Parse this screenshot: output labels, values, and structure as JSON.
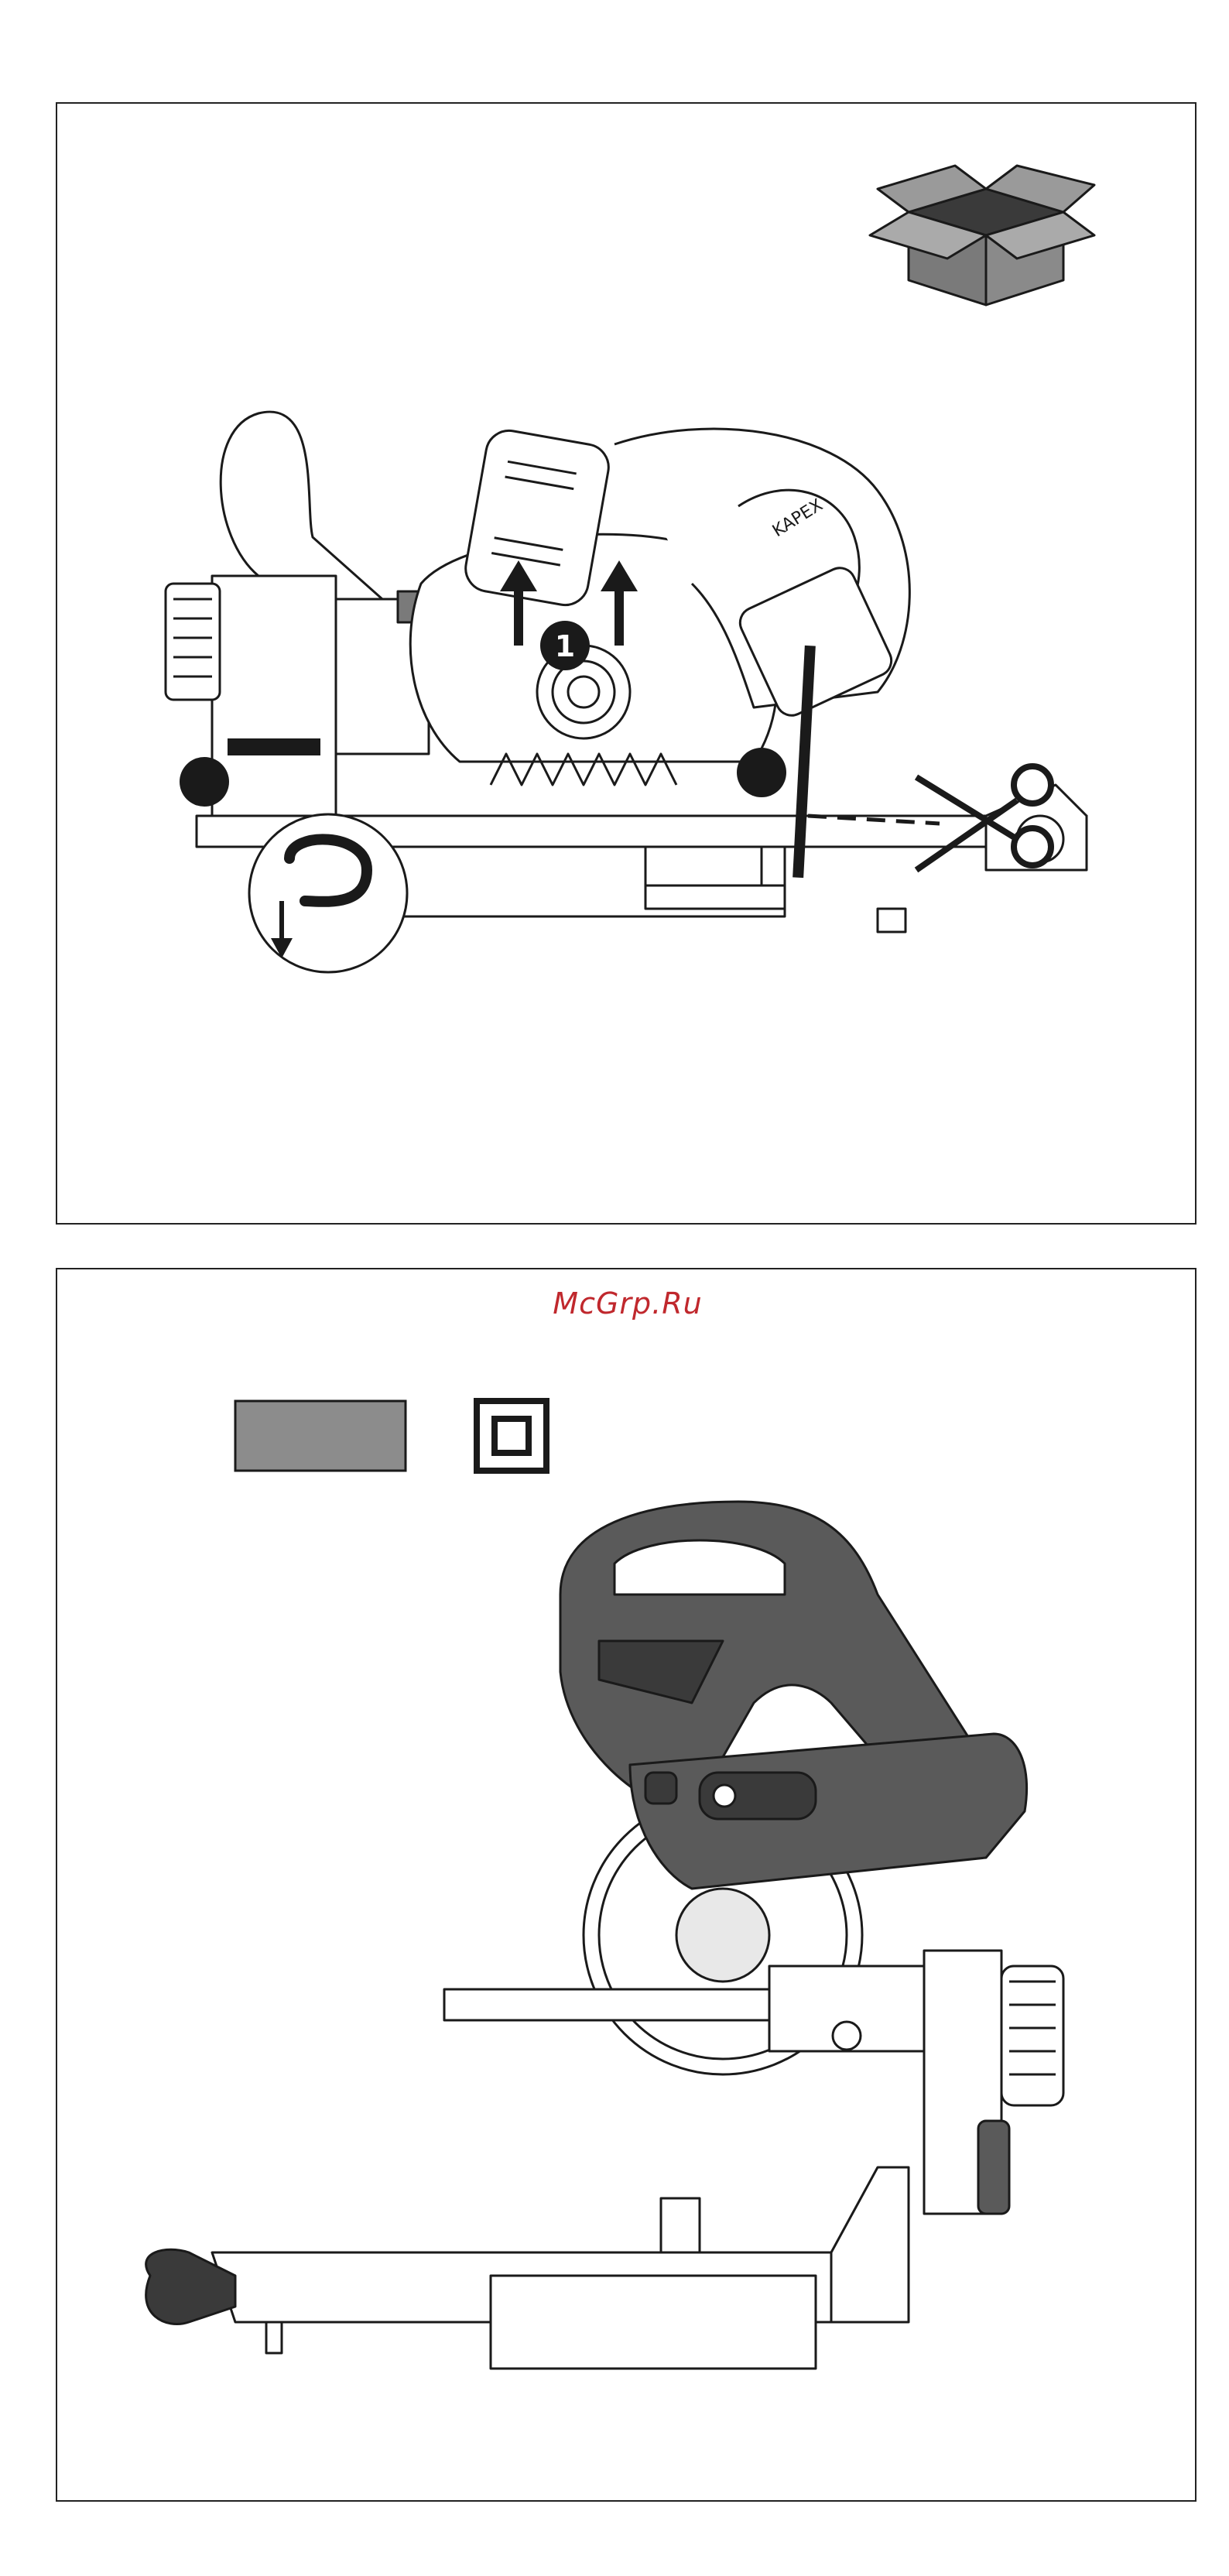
{
  "watermark": "McGrp.Ru",
  "top_panel": {
    "step_marker": "1",
    "saw_brand": "KAPEX",
    "colors": {
      "line": "#1a1a1a",
      "box_fill": "#7a7a7a",
      "body_fill": "#ffffff"
    }
  },
  "bottom_panel": {
    "icons": [
      "gray-color-swatch",
      "double-insulation-icon"
    ],
    "colors": {
      "swatch": "#8c8c8c",
      "saw_body": "#5a5a5a",
      "saw_dark": "#3a3a3a"
    }
  }
}
